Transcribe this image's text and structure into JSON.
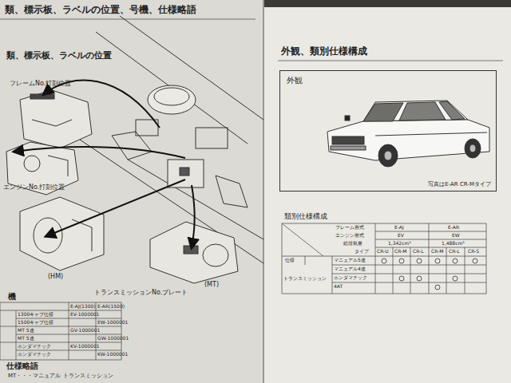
{
  "diagram": {
    "title": "類、標示板、ラベルの位置、号機、仕様略語",
    "nodes": [
      {
        "text": [
          "外観",
          "写真はE-AR CR-Mタイプ"
        ]
      }
    ],
    "labels": [
      "類、標示板、ラベルの位置",
      "フレームNo.打刻位置",
      "エンジンNo.打刻位置",
      "(HM)",
      "(MT)",
      "トランスミッションNo.プレート",
      "機",
      "E-AJ(1300)",
      "E-AR(1500)",
      "1300キャブ仕様",
      "EV-1000001",
      "1500キャブ仕様",
      "EW-1000001",
      "MT 5速",
      "GV-1000001",
      "MT 5速",
      "GW-1000001",
      "ホンダマチック",
      "KV-1000001",
      "ホンダマチック",
      "KW-1000001",
      "仕様略語",
      "MT・・・マニュアル トランスミッション",
      "外観、類別仕様構成",
      "類別仕様構成",
      "フレーム形式",
      "E-AJ",
      "E-AR",
      "エンジン形式",
      "EV",
      "EW",
      "総排気量",
      "1,342cm³",
      "1,488cm³",
      "タイプ",
      "CR-U",
      "CR-M",
      "CR-L",
      "CR-M",
      "CR-L",
      "CR-S",
      "仕様",
      "トランスミッション",
      "マニュアル5速",
      "マニュアル4速",
      "ホンダマチック",
      "4AT"
    ]
  }
}
